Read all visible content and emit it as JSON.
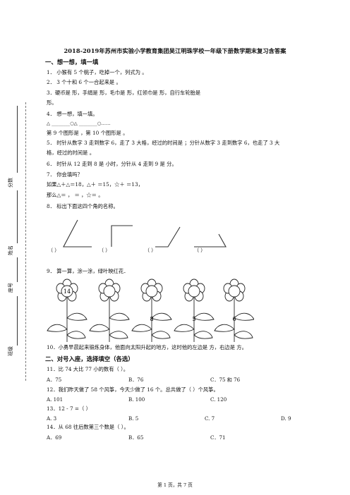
{
  "title": "2018-2019年苏州市实验小学教育集团吴江明珠学校一年级下册数学期末复习含答案",
  "section1": "一、想一想，填一填",
  "q1": "1． 小猴有 5 个桃子，吃掉一个，列式为              。",
  "q2": "2． 3 个十和 6 个一合起来是              。",
  "q3a": "3．硬币是              形，手绢是              形，毛巾是              形，红领巾是              形，自行车轮胎是",
  "q3b": "形。",
  "q4": "4． 想一想，填一填。",
  "q4_seq": "△ ________○△ ________○……",
  "q4_ans": "第 9 个图形是              ，第 10 个图形是              。",
  "q5a": "5． 时针从数字 3 走到数字 6，走了 3 大格，经过的时间是              ；分针从数字 3 走到数字 6，也走了 3 大",
  "q5b": "格，经过的时间是              。",
  "q6": "6． 时针从 12 走到 8 是              小时，分针从 4 走到 9 是              分。",
  "q7": "7． 你会填吗？",
  "q7_line1": "如果△＋△＝18，△＋              ＝15，☆＋              ＝13，",
  "q7_line2": "那么△＝              ，              ＝              ，☆＝              。",
  "q8": "8． 标出下面这四个角的名称。",
  "angle_parens": [
    "（          ）",
    "（          ）",
    "（          ）",
    "（          ）"
  ],
  "q9": "9． 算一算，涂一涂，绿叶映红花．",
  "flower_numbers": [
    "14",
    "",
    "8",
    "5",
    "6"
  ],
  "q10": "10．小勇早晨起来锻炼身体，他面向太阳升起的地方，这时他的左边是              方，右边是              方。",
  "section2": "二、对号入座，选择填空（各选）",
  "q11": "11．比 74 大比 77 小的数有（        ）。",
  "q11_opts": [
    "A．75",
    "B．76",
    "C．75 和 76"
  ],
  "q12": "12．我们昨天做了 58 个风筝，今天少做了 16 个。总共做了（        ）个风筝。",
  "q12_opts": [
    "A. 101",
    "B. 100",
    "C. 120"
  ],
  "q13": "13．12 - 7 =（        ）",
  "q13_opts": [
    "A. 3",
    "B. 5",
    "C. 7",
    "D. 9"
  ],
  "q14": "14．从 68 往后数第三个数是（        ）。",
  "q14_opts": [
    "A．69",
    "B．65",
    "C．71"
  ],
  "side_labels": [
    "分数",
    "姓名",
    "座号",
    "班级"
  ],
  "footer": "第 1 页，共 7 页"
}
